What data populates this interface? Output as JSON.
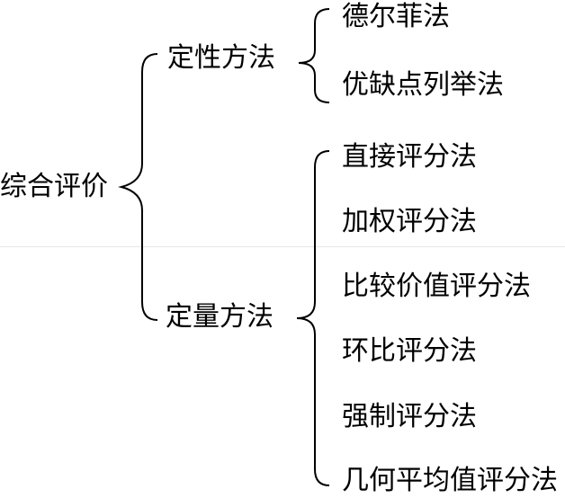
{
  "root": {
    "label": "综合评价"
  },
  "groups": [
    {
      "label": "定性方法",
      "methods": [
        "德尔菲法",
        "优缺点列举法"
      ]
    },
    {
      "label": "定量方法",
      "methods": [
        "直接评分法",
        "加权评分法",
        "比较价值评分法",
        "环比评分法",
        "强制评分法",
        "几何平均值评分法"
      ]
    }
  ],
  "colors": {
    "text": "#000000",
    "line": "#000000"
  }
}
